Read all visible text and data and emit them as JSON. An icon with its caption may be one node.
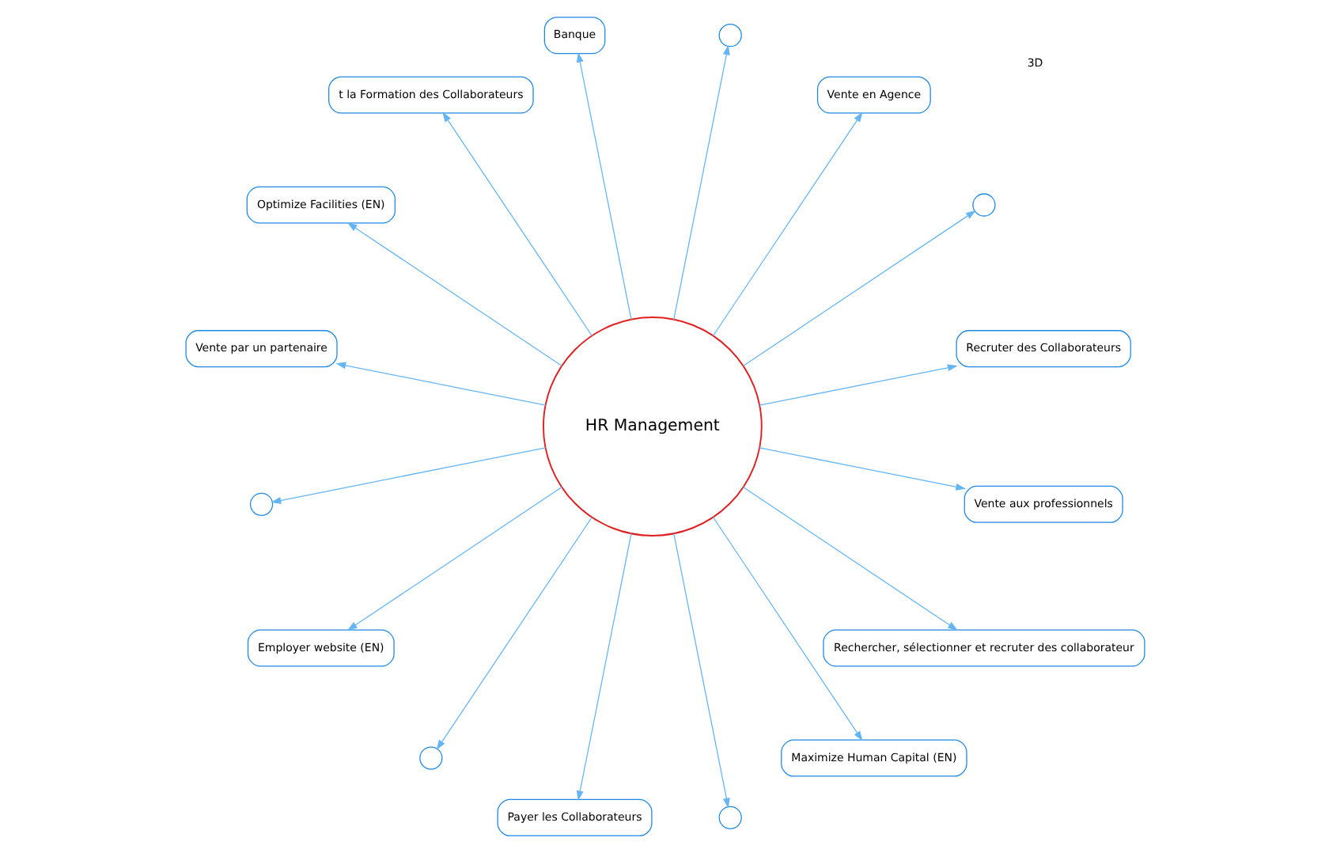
{
  "diagram": {
    "nodes": [
      {
        "text": [
          "HR Management"
        ]
      },
      {
        "text": [
          "Recruter des Collaborateurs"
        ]
      },
      {
        "text": [],
        "shape": "circle"
      },
      {
        "text": [
          "Vente en Agence"
        ]
      },
      {
        "text": [],
        "shape": "circle"
      },
      {
        "text": [
          "Banque"
        ]
      },
      {
        "text": [
          "t la Formation des Collaborateurs"
        ]
      },
      {
        "text": [
          "Optimize Facilities (EN)"
        ]
      },
      {
        "text": [
          "Vente par un partenaire"
        ]
      },
      {
        "text": [],
        "shape": "circle"
      },
      {
        "text": [
          "Employer website (EN)"
        ]
      },
      {
        "text": [],
        "shape": "circle"
      },
      {
        "text": [
          "Payer les Collaborateurs"
        ]
      },
      {
        "text": [],
        "shape": "circle"
      },
      {
        "text": [
          "Maximize Human Capital (EN)"
        ]
      },
      {
        "text": [
          "Rechercher, sélectionner et recruter des collaborateur"
        ]
      },
      {
        "text": [
          "Vente aux professionnels"
        ]
      }
    ],
    "edges": [
      {
        "from": 0,
        "to": 1,
        "arrow": "to"
      },
      {
        "from": 0,
        "to": 2,
        "arrow": "to"
      },
      {
        "from": 0,
        "to": 3,
        "arrow": "to"
      },
      {
        "from": 0,
        "to": 4,
        "arrow": "to"
      },
      {
        "from": 0,
        "to": 5,
        "arrow": "to"
      },
      {
        "from": 0,
        "to": 6,
        "arrow": "to"
      },
      {
        "from": 0,
        "to": 7,
        "arrow": "to"
      },
      {
        "from": 0,
        "to": 8,
        "arrow": "to"
      },
      {
        "from": 0,
        "to": 9,
        "arrow": "to"
      },
      {
        "from": 0,
        "to": 10,
        "arrow": "to"
      },
      {
        "from": 0,
        "to": 11,
        "arrow": "to"
      },
      {
        "from": 0,
        "to": 12,
        "arrow": "to"
      },
      {
        "from": 0,
        "to": 13,
        "arrow": "to"
      },
      {
        "from": 0,
        "to": 14,
        "arrow": "to"
      },
      {
        "from": 0,
        "to": 15,
        "arrow": "to"
      },
      {
        "from": 0,
        "to": 16,
        "arrow": "to"
      }
    ],
    "labels": [
      "3D"
    ]
  }
}
